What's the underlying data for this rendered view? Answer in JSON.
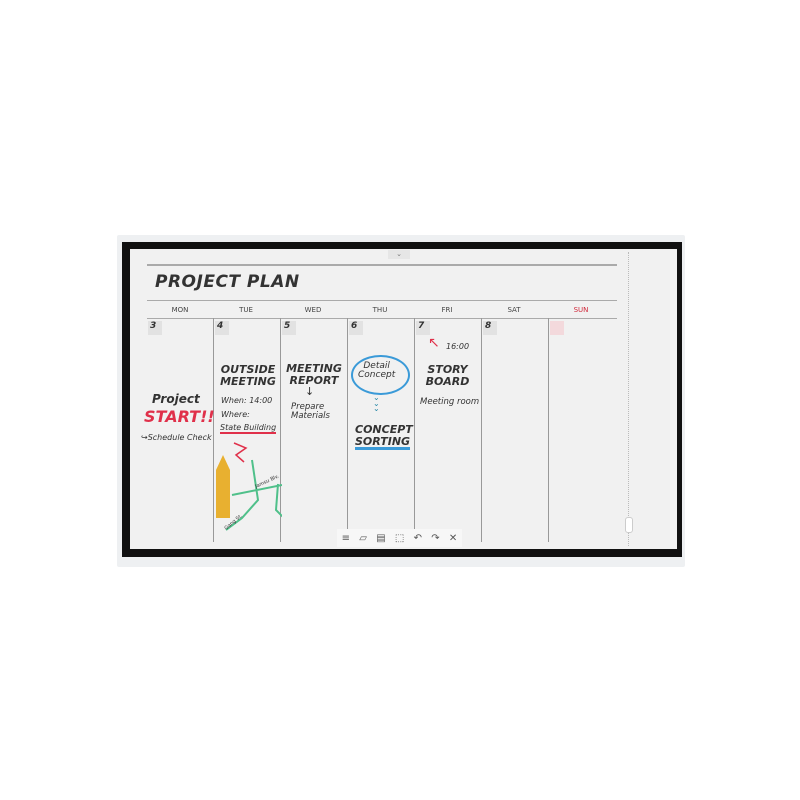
{
  "title": "PROJECT PLAN",
  "days": [
    "MON",
    "TUE",
    "WED",
    "THU",
    "FRI",
    "SAT",
    "SUN"
  ],
  "dates": [
    "3",
    "4",
    "5",
    "6",
    "7",
    "8",
    ""
  ],
  "colors": {
    "sunday": "#d0283a",
    "accent_red": "#e0304a",
    "accent_blue": "#3a9ad8",
    "map_green": "#4fc08a",
    "tower": "#e8b030"
  },
  "notes": {
    "mon": {
      "line1": "Project",
      "line2": "START!!",
      "line3": "↪Schedule Check"
    },
    "tue": {
      "title1": "OUTSIDE",
      "title2": "MEETING",
      "when": "When: 14:00",
      "where": "Where:",
      "place": "State Building",
      "street1": "Jamsu Blv.",
      "street2": "Gang St."
    },
    "wed": {
      "title1": "MEETING",
      "title2": "REPORT",
      "arrow": "↓",
      "sub1": "Prepare",
      "sub2": "Materials"
    },
    "thu": {
      "circle1": "Detail",
      "circle2": "Concept",
      "title1": "CONCEPT",
      "title2": "SORTING"
    },
    "fri": {
      "time": "16:00",
      "title1": "STORY",
      "title2": "BOARD",
      "sub": "Meeting room"
    }
  },
  "toolbar": [
    "menu-icon",
    "sticky-note-icon",
    "paste-icon",
    "select-icon",
    "undo-icon",
    "redo-icon",
    "close-icon"
  ],
  "toolbar_glyphs": [
    "≡",
    "▱",
    "▤",
    "⬚",
    "↶",
    "↷",
    "✕"
  ]
}
